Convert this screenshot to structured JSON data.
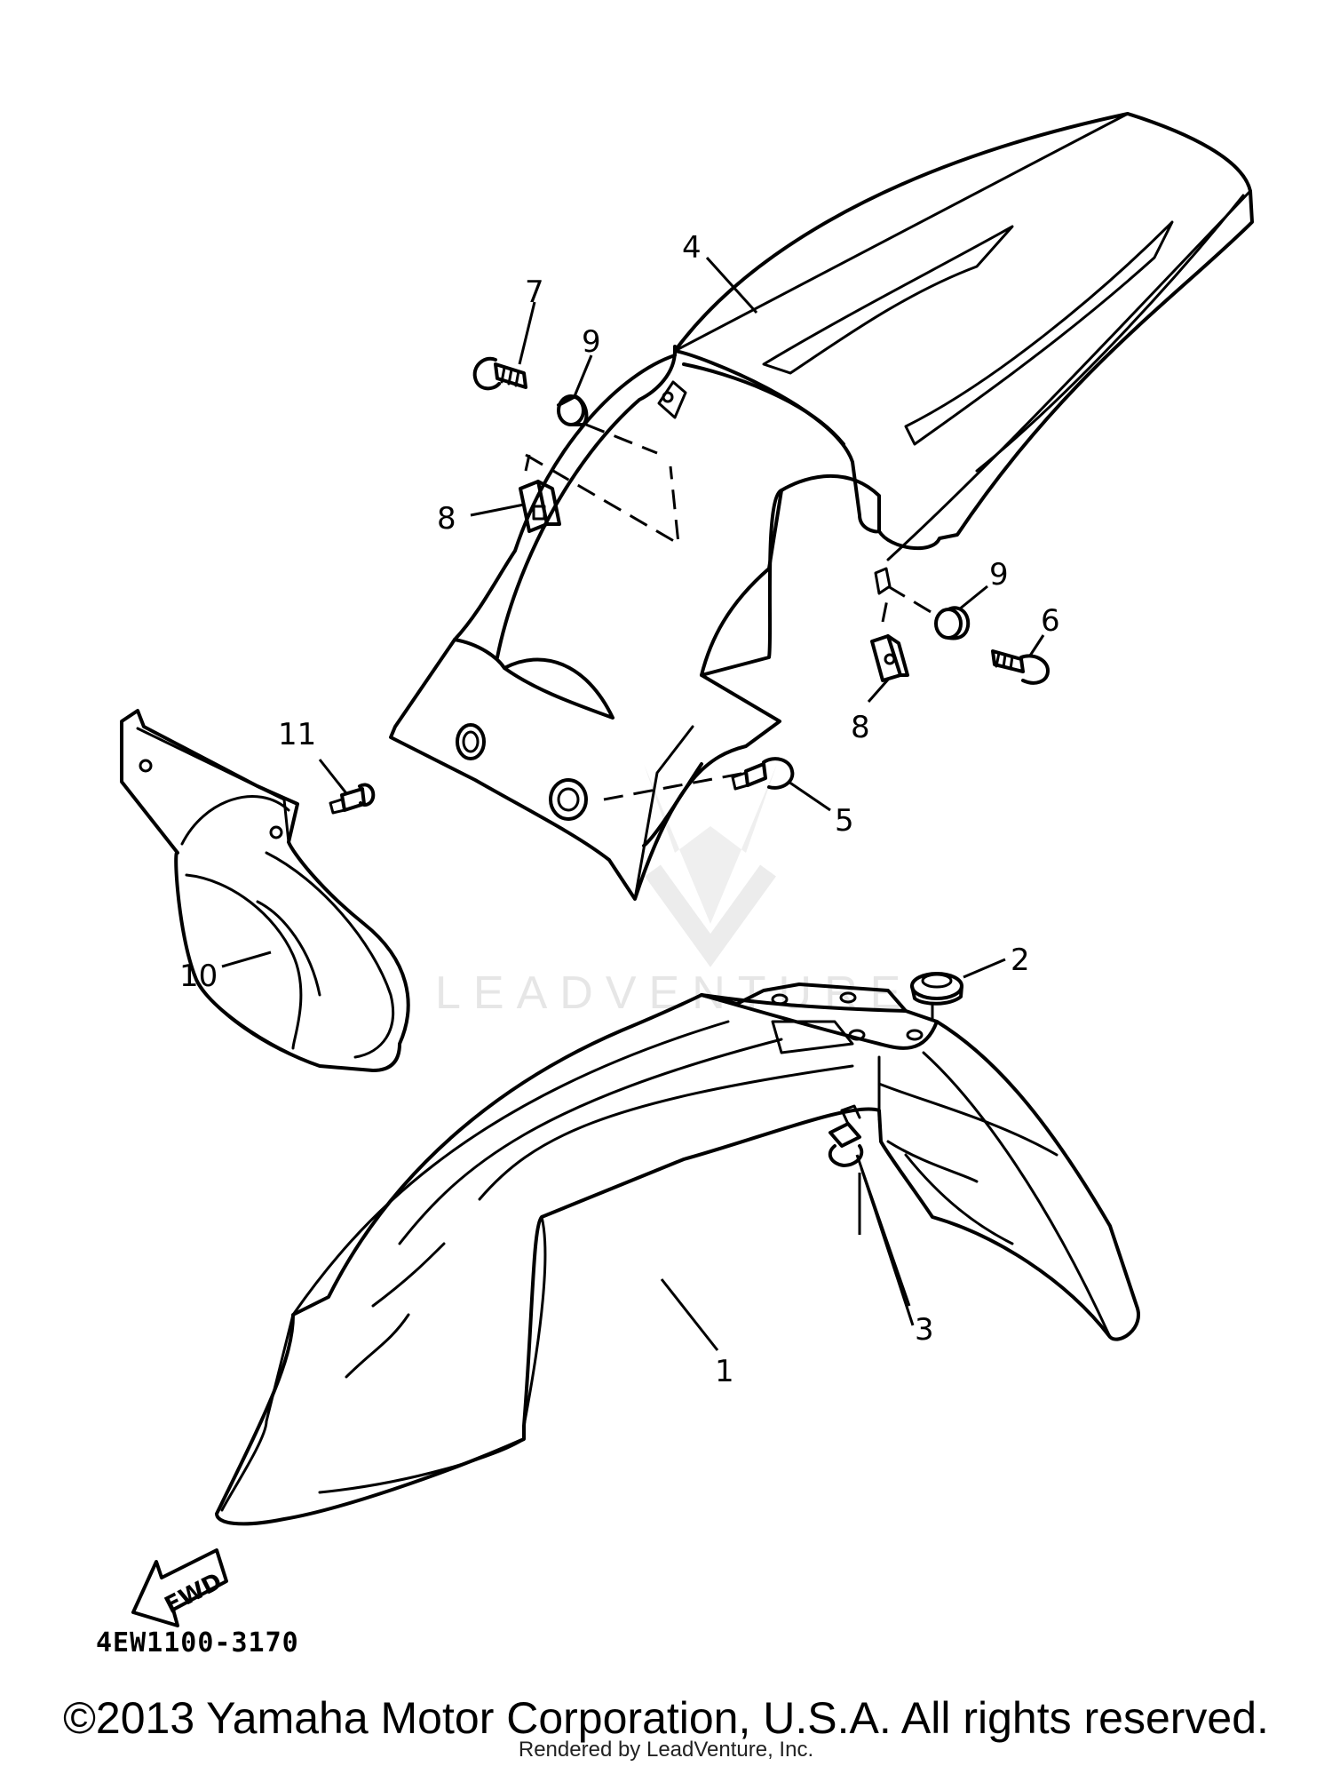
{
  "callouts": [
    {
      "id": "1",
      "label": "1"
    },
    {
      "id": "2",
      "label": "2"
    },
    {
      "id": "3",
      "label": "3"
    },
    {
      "id": "4",
      "label": "4"
    },
    {
      "id": "5",
      "label": "5"
    },
    {
      "id": "6",
      "label": "6"
    },
    {
      "id": "7",
      "label": "7"
    },
    {
      "id": "8a",
      "label": "8"
    },
    {
      "id": "8b",
      "label": "8"
    },
    {
      "id": "9a",
      "label": "9"
    },
    {
      "id": "9b",
      "label": "9"
    },
    {
      "id": "10",
      "label": "10"
    },
    {
      "id": "11",
      "label": "11"
    }
  ],
  "direction_arrow": {
    "label": "FWD"
  },
  "diagram_code": "4EW1100-3170",
  "watermark": {
    "text": "LEADVENTURE"
  },
  "footer": {
    "copyright": "©2013 Yamaha Motor Corporation, U.S.A. All rights reserved.",
    "rendered_by": "Rendered by LeadVenture, Inc."
  }
}
